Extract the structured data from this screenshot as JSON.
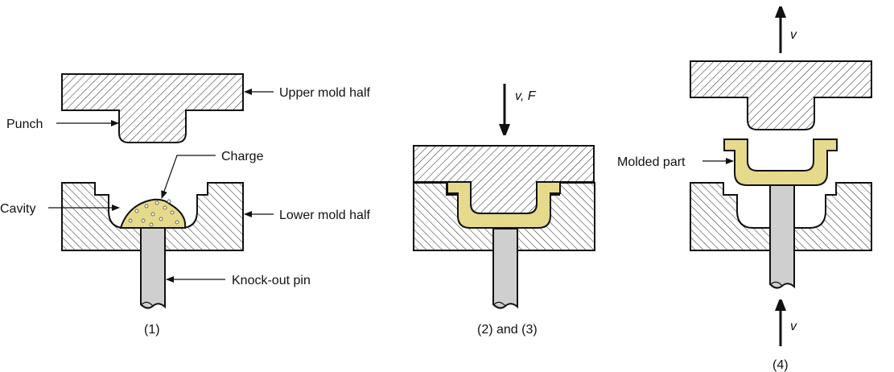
{
  "colors": {
    "molding_material": "#e8dc8e",
    "pin": "#cfcfcf",
    "outline": "#111111"
  },
  "step1": {
    "caption": "(1)",
    "labels": {
      "upper_mold": "Upper mold half",
      "punch": "Punch",
      "charge": "Charge",
      "cavity": "Cavity",
      "lower_mold": "Lower mold half",
      "pin": "Knock-out pin"
    }
  },
  "step2": {
    "caption": "(2) and (3)",
    "arrow_label": "v, F"
  },
  "step4": {
    "caption": "(4)",
    "top_arrow_label": "v",
    "bottom_arrow_label": "v",
    "part_label": "Molded part"
  }
}
